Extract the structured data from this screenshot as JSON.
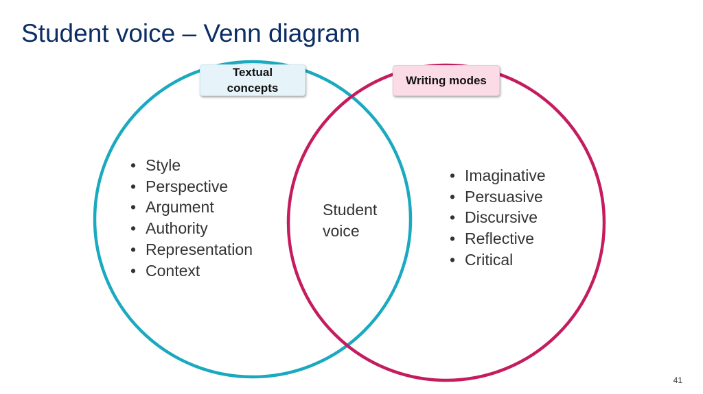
{
  "slide": {
    "title": "Student voice – Venn diagram",
    "page_number": "41"
  },
  "venn": {
    "left_set": {
      "label": "Textual concepts",
      "color": "#1aa9bf",
      "label_background": "#e6f4fa",
      "items": [
        "Style",
        "Perspective",
        "Argument",
        "Authority",
        "Representation",
        "Context"
      ]
    },
    "right_set": {
      "label": "Writing modes",
      "color": "#c41c5f",
      "label_background": "#fbdbe6",
      "items": [
        "Imaginative",
        "Persuasive",
        "Discursive",
        "Reflective",
        "Critical"
      ]
    },
    "intersection_label": "Student voice"
  }
}
